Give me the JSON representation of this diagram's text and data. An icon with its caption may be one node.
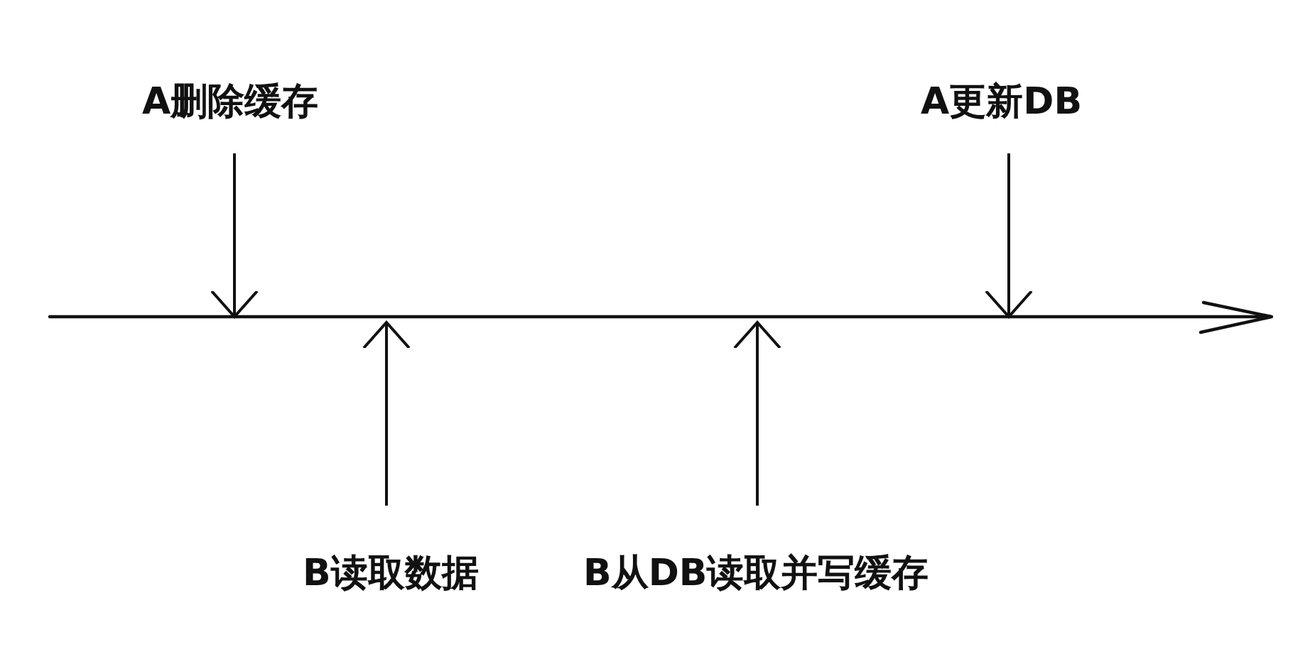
{
  "diagram": {
    "nodes": [
      {
        "text": [
          "A删除缓存"
        ]
      },
      {
        "text": [
          "B读取数据"
        ]
      },
      {
        "text": [
          "B从DB读取并写缓存"
        ]
      },
      {
        "text": [
          "A更新DB"
        ]
      },
      {
        "text": [],
        "shape": "arrow"
      }
    ],
    "edges": [
      {
        "from": 0,
        "to": 4,
        "arrow": "to"
      },
      {
        "from": 1,
        "to": 4,
        "arrow": "to"
      },
      {
        "from": 2,
        "to": 4,
        "arrow": "to"
      },
      {
        "from": 3,
        "to": 4,
        "arrow": "to"
      }
    ]
  }
}
